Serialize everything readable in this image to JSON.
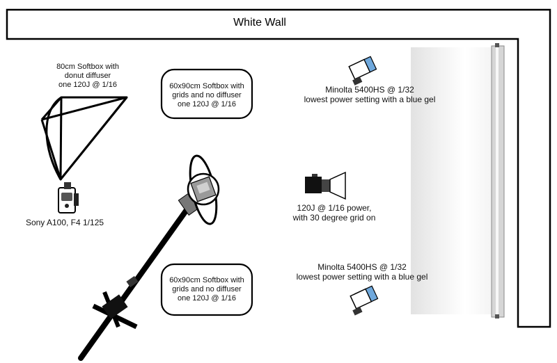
{
  "wall": {
    "title": "White Wall"
  },
  "softbox_octa": {
    "lines": [
      "80cm Softbox with",
      "donut diffuser",
      "one 120J @ 1/16"
    ]
  },
  "softbox_top": {
    "lines": [
      "60x90cm Softbox with",
      "grids and no diffuser",
      "one 120J @ 1/16"
    ]
  },
  "softbox_bottom": {
    "lines": [
      "60x90cm Softbox with",
      "grids and no diffuser",
      "one 120J @ 1/16"
    ]
  },
  "camera": {
    "label": "Sony A100, F4 1/125"
  },
  "flash_top": {
    "lines": [
      "Minolta 5400HS @ 1/32",
      "lowest power setting with a blue gel"
    ]
  },
  "grid_head": {
    "lines": [
      "120J @ 1/16 power,",
      "with 30 degree grid on"
    ]
  },
  "flash_bottom": {
    "lines": [
      "Minolta 5400HS @ 1/32",
      "lowest power setting with a blue gel"
    ]
  },
  "colors": {
    "gel_blue": "#6fa8dc",
    "backdrop_gray": "#d9d9d9"
  },
  "icons": [
    "octabox-icon",
    "camera-icon",
    "boom-light-icon",
    "flash-icon",
    "grid-spot-icon",
    "backdrop-roll-icon"
  ]
}
